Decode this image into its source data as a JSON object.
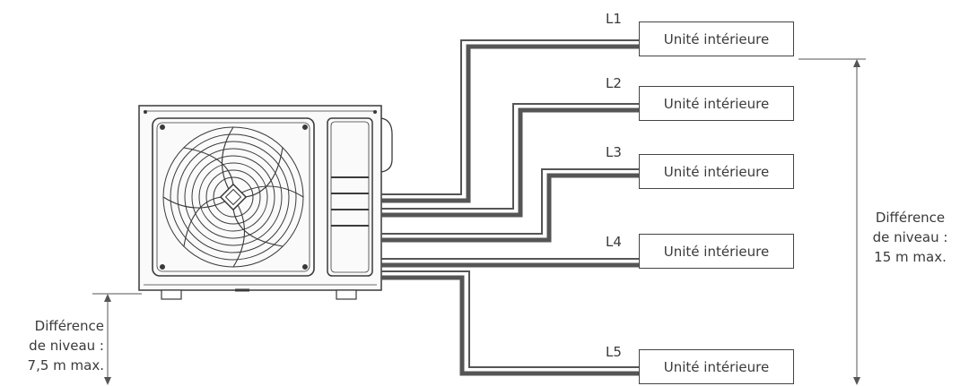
{
  "units": [
    {
      "line": "L1",
      "label": "Unité intérieure"
    },
    {
      "line": "L2",
      "label": "Unité intérieure"
    },
    {
      "line": "L3",
      "label": "Unité intérieure"
    },
    {
      "line": "L4",
      "label": "Unité intérieure"
    },
    {
      "line": "L5",
      "label": "Unité intérieure"
    }
  ],
  "notes": {
    "right": [
      "Différence",
      "de niveau :",
      "15 m max."
    ],
    "left": [
      "Différence",
      "de niveau :",
      "7,5 m max."
    ]
  }
}
